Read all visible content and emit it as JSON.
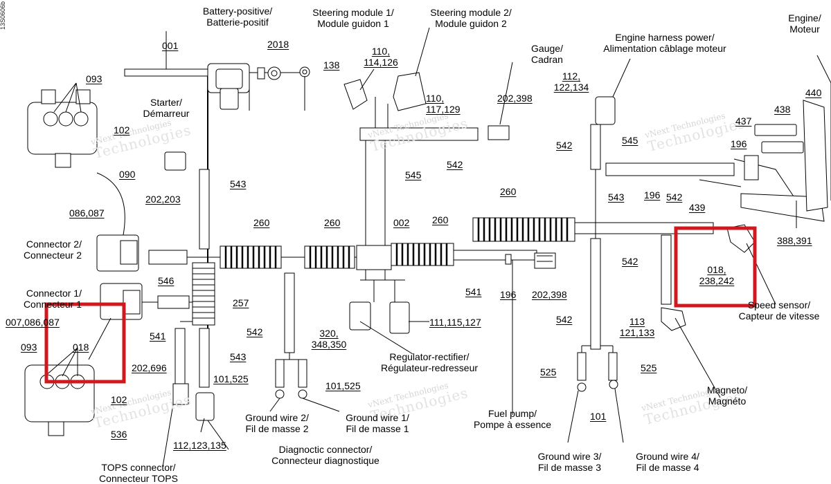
{
  "doc_id": "13S0606b",
  "highlight_color": "#d0181f",
  "watermark": {
    "line1": "vNext Technologies",
    "line2": "vNext Technologies"
  },
  "labels": {
    "battery": [
      "Battery-positive/",
      "Batterie-positif"
    ],
    "steering1": [
      "Steering module 1/",
      "Module guidon 1"
    ],
    "steering2": [
      "Steering module 2/",
      "Module guidon 2"
    ],
    "gauge": [
      "Gauge/",
      "Cadran"
    ],
    "engine_power": [
      "Engine harness power/",
      "Alimentation câblage moteur"
    ],
    "engine": [
      "Engine/",
      "Moteur"
    ],
    "starter": [
      "Starter/",
      "Démarreur"
    ],
    "connector2": [
      "Connector 2/",
      "Connecteur 2"
    ],
    "connector1": [
      "Connector 1/",
      "Connecteur 1"
    ],
    "regulator": [
      "Regulator-rectifier/",
      "Régulateur-redresseur"
    ],
    "speed_sensor": [
      "Speed sensor/",
      "Capteur de vitesse"
    ],
    "magneto": [
      "Magneto/",
      "Magnéto"
    ],
    "fuel_pump": [
      "Fuel pump/",
      "Pompe à essence"
    ],
    "ground2": [
      "Ground wire 2/",
      "Fil de masse 2"
    ],
    "ground1": [
      "Ground wire 1/",
      "Fil de masse 1"
    ],
    "ground3": [
      "Ground wire 3/",
      "Fil de masse 3"
    ],
    "ground4": [
      "Ground wire 4/",
      "Fil de masse 4"
    ],
    "diag": [
      "Diagnoctic connector/",
      "Connecteur diagnostique"
    ],
    "tops": [
      "TOPS connector/",
      "Connecteur TOPS"
    ]
  },
  "refs": {
    "r001": "001",
    "r2018": "2018",
    "r138": "138",
    "r110a": [
      "110,",
      "114,126"
    ],
    "r110b": [
      "110,",
      "117,129"
    ],
    "r202_398a": "202,398",
    "r542a": "542",
    "r112": [
      "112,",
      "122,134"
    ],
    "r542b": "542",
    "r545a": "545",
    "r438": "438",
    "r437": "437",
    "r440": "440",
    "r196a": "196",
    "r439": "439",
    "r388": "388,391",
    "r093a": "093",
    "r102a": "102",
    "r090": "090",
    "r202_203": "202,203",
    "r543a": "543",
    "r545b": "545",
    "r086": "086,087",
    "r260a": "260",
    "r260b": "260",
    "r002": "002",
    "r260c": "260",
    "r260d": "260",
    "r543b": "543",
    "r196b": "196",
    "r542c": "542",
    "r546": "546",
    "r257": "257",
    "r007": "007,086,087",
    "r093b": "093",
    "r018a": "018",
    "r541a": "541",
    "r543c": "543",
    "r542d": "542",
    "r202_696": "202,696",
    "r101_525a": "101,525",
    "r101_525b": "101,525",
    "r320": [
      "320,",
      "348,350"
    ],
    "r111": "111,115,127",
    "r541b": "541",
    "r196c": "196",
    "r202_398b": "202,398",
    "r542e": "542",
    "r018b": [
      "018,",
      "238,242"
    ],
    "r542f": "542",
    "r113": [
      "113",
      "121,133"
    ],
    "r525a": "525",
    "r525b": "525",
    "r101": "101",
    "r102b": "102",
    "r536": "536",
    "r112_123": "112,123,135"
  }
}
